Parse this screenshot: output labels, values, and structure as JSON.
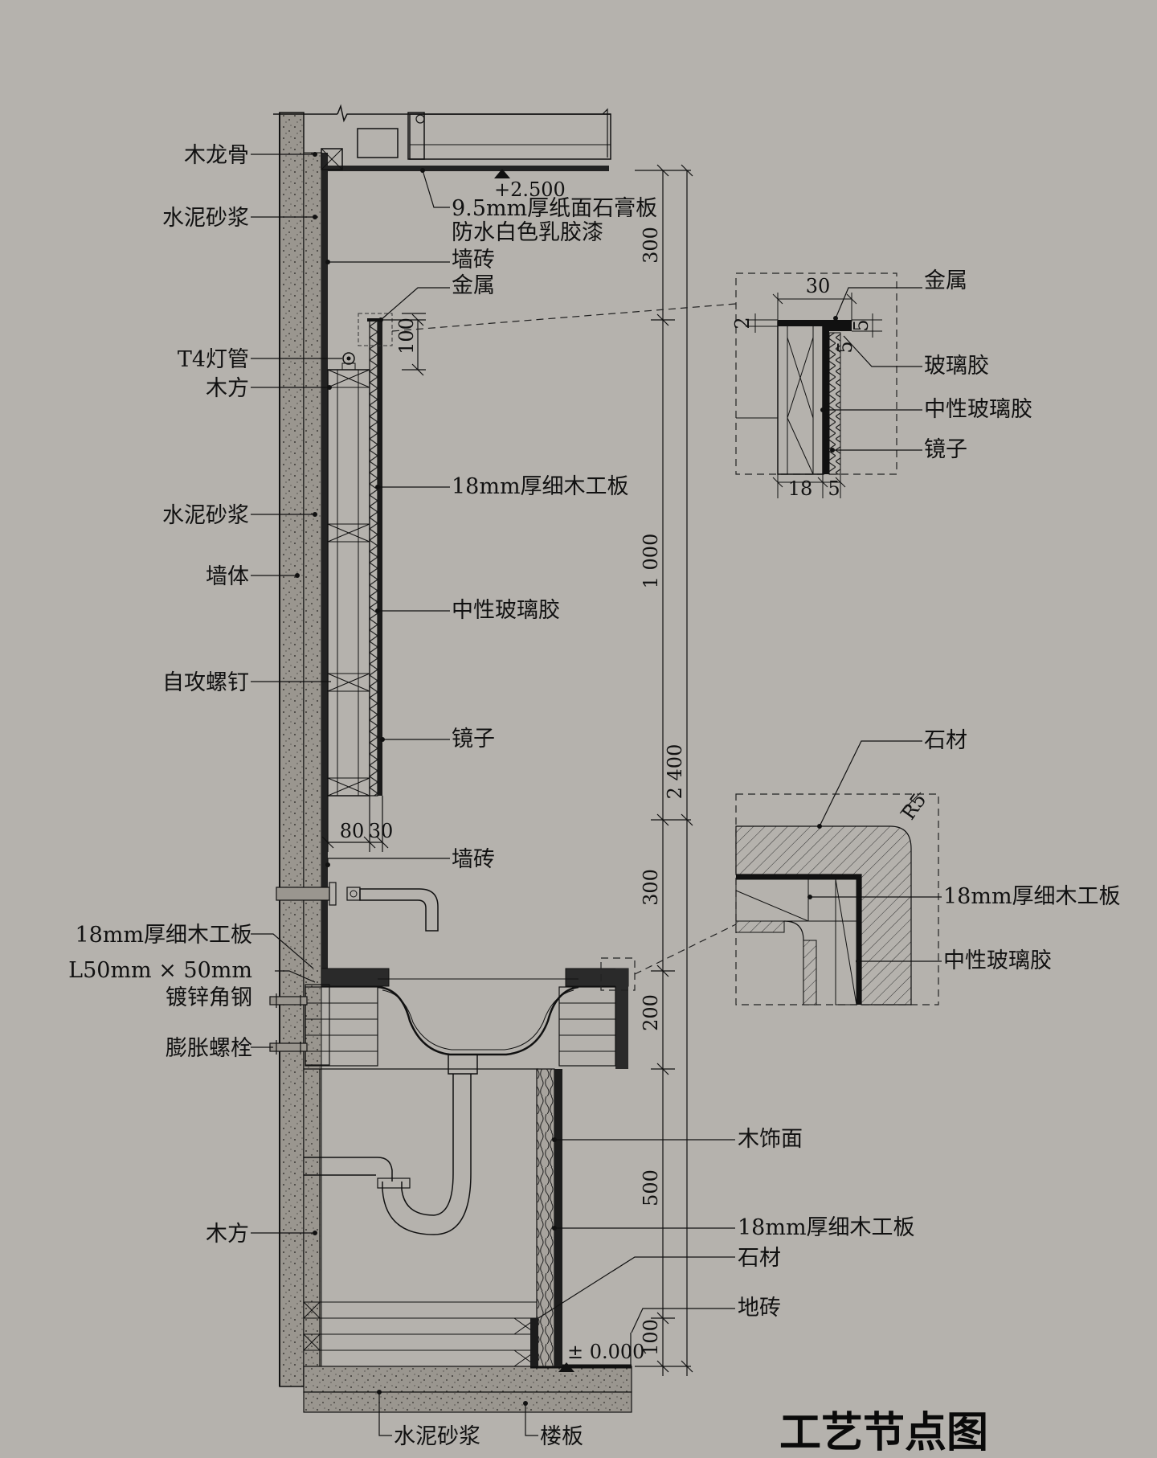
{
  "title": "工艺节点图",
  "labels_left": {
    "wood_keel": "木龙骨",
    "cement_mortar_1": "水泥砂浆",
    "t4_lamp": "T4灯管",
    "wood_batten_1": "木方",
    "cement_mortar_2": "水泥砂浆",
    "wall": "墙体",
    "tapping_screw": "自攻螺钉",
    "board_18_left": "18mm厚细木工板",
    "angle_steel_1": "L50mm × 50mm",
    "angle_steel_2": "镀锌角钢",
    "expansion_bolt": "膨胀螺栓",
    "wood_batten_2": "木方"
  },
  "labels_middle": {
    "gypsum_1": "9.5mm厚纸面石膏板",
    "gypsum_2": "防水白色乳胶漆",
    "wall_tile_1": "墙砖",
    "metal_1": "金属",
    "board_18_mirror": "18mm厚细木工板",
    "neutral_glue_1": "中性玻璃胶",
    "mirror_1": "镜子",
    "wall_tile_2": "墙砖",
    "wood_veneer": "木饰面",
    "board_18_cabinet": "18mm厚细木工板",
    "stone_1": "石材",
    "floor_tile": "地砖",
    "cement_mortar_3": "水泥砂浆",
    "floor_slab": "楼板"
  },
  "labels_detail": {
    "metal_2": "金属",
    "glass_glue": "玻璃胶",
    "neutral_glue_2": "中性玻璃胶",
    "mirror_2": "镜子",
    "stone_2": "石材",
    "board_18_detail": "18mm厚细木工板",
    "neutral_glue_3": "中性玻璃胶"
  },
  "dimensions": {
    "elev_top": "+2.500",
    "elev_floor": "± 0.000",
    "d300_top": "300",
    "d1000": "1 000",
    "d2400": "2 400",
    "d300_mid": "300",
    "d200": "200",
    "d500": "500",
    "d100_bottom": "100",
    "d100_mirror": "100",
    "d80": "80",
    "d30": "30",
    "det_30": "30",
    "det_2": "2",
    "det_5a": "5",
    "det_5b": "5",
    "det_18": "18",
    "det_5c": "5",
    "det_r5": "R5"
  },
  "colors": {
    "background": "#b5b2ad",
    "line": "#111111",
    "concrete": "#8f8b85"
  }
}
